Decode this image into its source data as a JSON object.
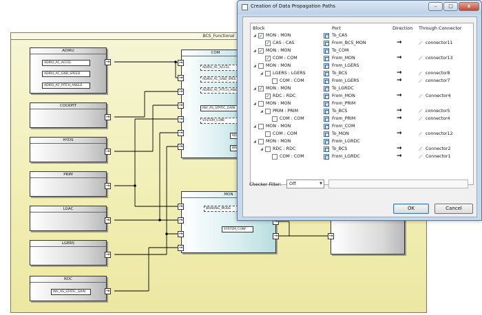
{
  "diagram": {
    "frame_title": "BCS_Functional",
    "blocks": {
      "adiru": {
        "title": "ADIRU",
        "ports": [
          "ADIRU_AC_ACCEL",
          "ADIRU_AC_GND_SPEED",
          "ADIRU_AC_PITCH_ANGLE"
        ]
      },
      "cockpit": {
        "title": "COCKPIT"
      },
      "hyds": {
        "title": "HYDS"
      },
      "prim": {
        "title": "PRIM"
      },
      "lgac": {
        "title": "LGAC"
      },
      "lgers": {
        "title": "LGERS"
      },
      "rdc": {
        "title": "RDC",
        "ports": [
          "INV_AS_STATIC_GAIN"
        ]
      },
      "com": {
        "title": "COM",
        "ports": [
          "ADIRU_AC_ACCEL",
          "ADIRU_AC_GND_SPEE",
          "ADIRU_AC_PITCH_ANG",
          "INV_AS_STATIC_GAIN",
          "SYSTEM_CONF",
          "RDC",
          "BRAKING"
        ]
      },
      "mon": {
        "title": "MON",
        "ports": [
          "BRAKING_MODE",
          "SYSTEM_CONF"
        ]
      }
    }
  },
  "dialog": {
    "title": "Creation of Data Propagation Paths",
    "window_buttons": {
      "minimize": "–",
      "maximize": "□",
      "close": "x"
    },
    "columns": {
      "block": "Block",
      "port": "Port",
      "direction": "Direction",
      "through": "Through Connector"
    },
    "rows": [
      {
        "block": "MON : MON",
        "port": "To_CAS",
        "dir": "",
        "conn": "",
        "checked": true,
        "level": 0
      },
      {
        "block": "CAS : CAS",
        "port": "From_BCS_MON",
        "dir": "→",
        "conn": "connector11",
        "checked": true,
        "level": 1
      },
      {
        "block": "MON : MON",
        "port": "To_COM",
        "dir": "",
        "conn": "",
        "checked": true,
        "level": 0
      },
      {
        "block": "COM : COM",
        "port": "From_MON",
        "dir": "→",
        "conn": "connector13",
        "checked": true,
        "level": 1
      },
      {
        "block": "MON : MON",
        "port": "From_LGERS",
        "dir": "",
        "conn": "",
        "checked": false,
        "level": 0
      },
      {
        "block": "LGERS : LGERS",
        "port": "To_BCS",
        "dir": "→",
        "conn": "connector8",
        "checked": false,
        "level": 1
      },
      {
        "block": "COM : COM",
        "port": "From_LGERS",
        "dir": "→",
        "conn": "connector7",
        "checked": false,
        "level": 2
      },
      {
        "block": "MON : MON",
        "port": "To_LGRDC",
        "dir": "",
        "conn": "",
        "checked": true,
        "level": 0
      },
      {
        "block": "RDC : RDC",
        "port": "From_MON",
        "dir": "→",
        "conn": "Connector4",
        "checked": true,
        "level": 1
      },
      {
        "block": "MON : MON",
        "port": "From_PRIM",
        "dir": "",
        "conn": "",
        "checked": false,
        "level": 0
      },
      {
        "block": "PRIM : PRIM",
        "port": "To_BCS",
        "dir": "→",
        "conn": "connector5",
        "checked": false,
        "level": 1
      },
      {
        "block": "COM : COM",
        "port": "From_PRIM",
        "dir": "→",
        "conn": "connector4",
        "checked": false,
        "level": 2
      },
      {
        "block": "MON : MON",
        "port": "From_COM",
        "dir": "",
        "conn": "",
        "checked": false,
        "level": 0
      },
      {
        "block": "COM : COM",
        "port": "To_MON",
        "dir": "→",
        "conn": "connector12",
        "checked": false,
        "level": 1
      },
      {
        "block": "MON : MON",
        "port": "From_LGRDC",
        "dir": "",
        "conn": "",
        "checked": false,
        "level": 0
      },
      {
        "block": "RDC : RDC",
        "port": "To_BCS",
        "dir": "→",
        "conn": "Connector2",
        "checked": false,
        "level": 1
      },
      {
        "block": "COM : COM",
        "port": "From_LGRDC",
        "dir": "→",
        "conn": "Connector1",
        "checked": false,
        "level": 2
      }
    ],
    "filter": {
      "label": "Checker Filter:",
      "value": "Off"
    },
    "buttons": {
      "ok": "OK",
      "cancel": "Cancel"
    }
  }
}
